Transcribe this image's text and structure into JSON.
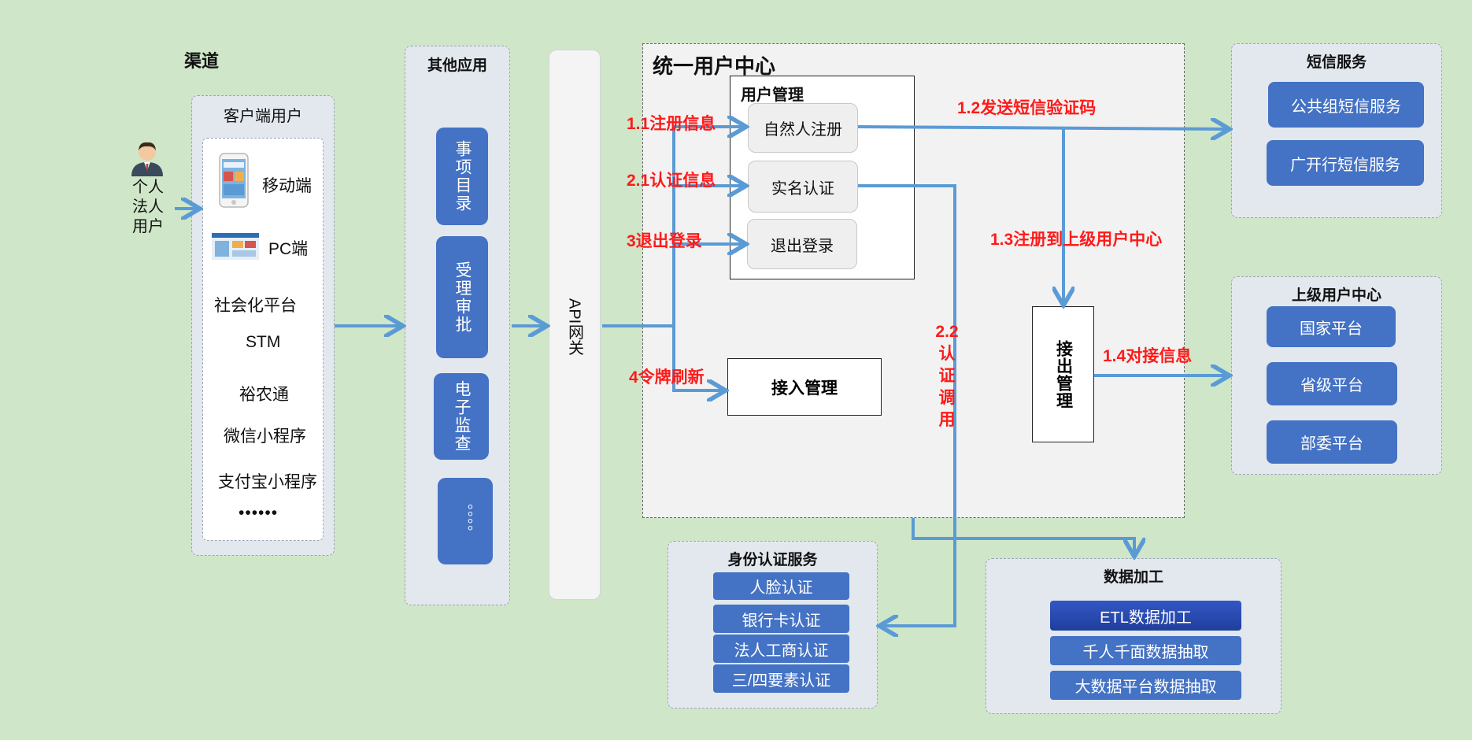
{
  "channels": {
    "title": "渠道",
    "user_lines": [
      "个人",
      "法人",
      "用户"
    ],
    "client_panel_title": "客户端用户",
    "mobile": "移动端",
    "pc": "PC端",
    "items": [
      "社会化平台",
      "STM",
      "裕农通",
      "微信小程序",
      "支付宝小程序",
      "••••••"
    ]
  },
  "other_apps": {
    "title": "其他应用",
    "items": [
      "事项目录",
      "受理审批",
      "电子监查",
      "。。。。"
    ]
  },
  "gateway": {
    "label": "API网关"
  },
  "ucenter": {
    "title": "统一用户中心",
    "user_mgmt_title": "用户管理",
    "buttons": [
      "自然人注册",
      "实名认证",
      "退出登录"
    ],
    "access_mgmt": "接入管理",
    "export_mgmt": "接出管理"
  },
  "flow_labels": {
    "l11": "1.1注册信息",
    "l21": "2.1认证信息",
    "l3": "3退出登录",
    "l4": "4令牌刷新",
    "l12": "1.2发送短信验证码",
    "l13": "1.3注册到上级用户中心",
    "l14": "1.4对接信息",
    "l22": "2.2认证调用"
  },
  "sms": {
    "title": "短信服务",
    "items": [
      "公共组短信服务",
      "广开行短信服务"
    ]
  },
  "upper": {
    "title": "上级用户中心",
    "items": [
      "国家平台",
      "省级平台",
      "部委平台"
    ]
  },
  "identity": {
    "title": "身份认证服务",
    "items": [
      "人脸认证",
      "银行卡认证",
      "法人工商认证",
      "三/四要素认证"
    ]
  },
  "data_proc": {
    "title": "数据加工",
    "items": [
      "ETL数据加工",
      "千人千面数据抽取",
      "大数据平台数据抽取"
    ]
  },
  "colors": {
    "background": "#cfe6c8",
    "accent": "#4472c4",
    "arrow": "#5b9bd5",
    "label_red": "#ff1a1a",
    "etl_dark": "#1f3f9e"
  },
  "icons": {
    "person": "person-icon",
    "mobile": "mobile-device-icon",
    "pc": "pc-screen-icon"
  }
}
